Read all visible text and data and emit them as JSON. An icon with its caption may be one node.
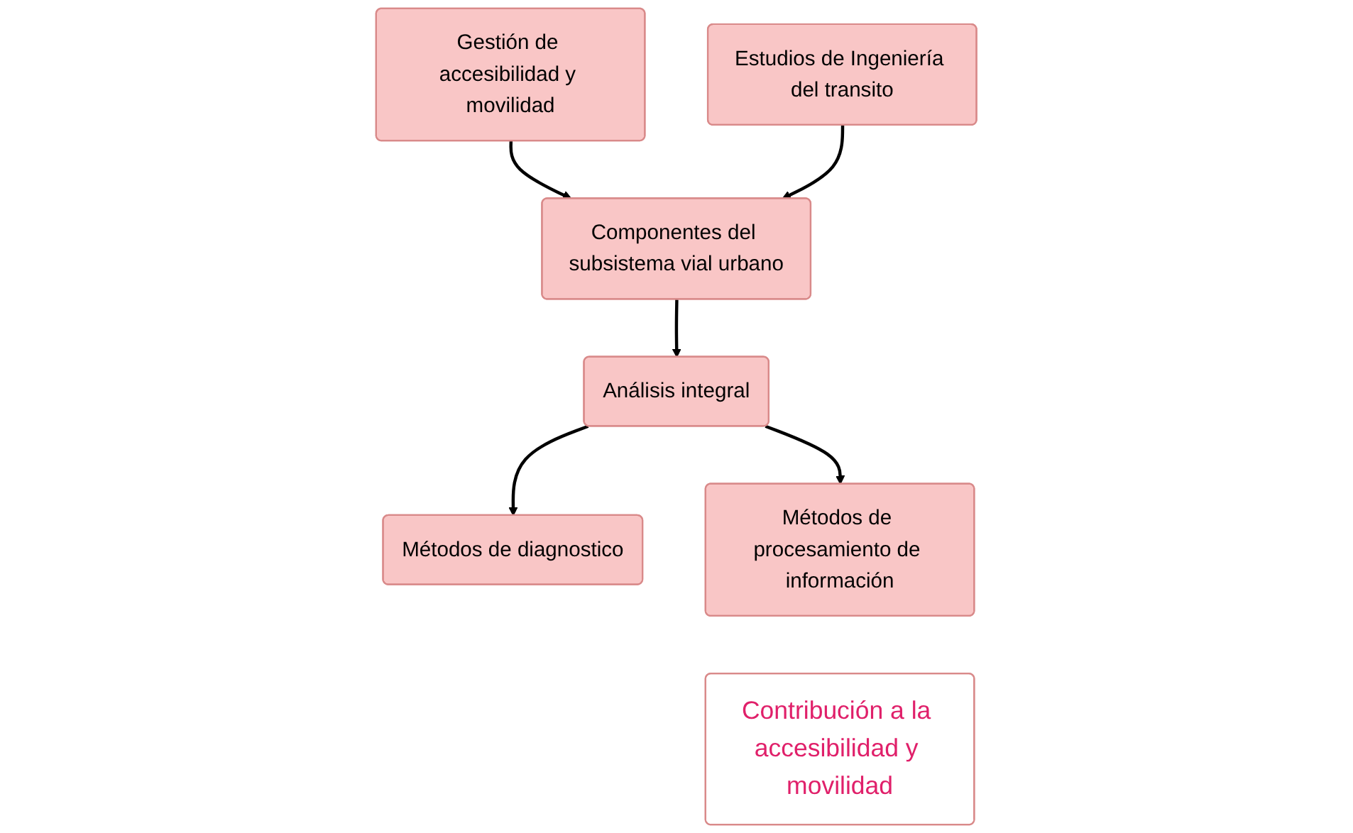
{
  "diagram": {
    "nodes": [
      {
        "text": [
          "Gestión de accesibilidad y movilidad"
        ]
      },
      {
        "text": [
          "Componentes del subsistema vial urbano"
        ]
      },
      {
        "text": [
          "Estudios de Ingeniería del transito"
        ]
      },
      {
        "text": [
          "Métodos de diagnostico"
        ]
      },
      {
        "text": [
          "Análisis integral"
        ]
      },
      {
        "text": [
          "Métodos de procesamiento de información"
        ]
      },
      {
        "text": [
          "Contribución a la accesibilidad y movilidad"
        ]
      }
    ],
    "edges": [
      {
        "from": 0,
        "to": 1,
        "arrow": "to"
      },
      {
        "from": 2,
        "to": 1,
        "arrow": "to"
      },
      {
        "from": 1,
        "to": 4,
        "arrow": "to"
      },
      {
        "from": 4,
        "to": 3,
        "arrow": "to"
      },
      {
        "from": 4,
        "to": 5,
        "arrow": "to"
      }
    ]
  }
}
